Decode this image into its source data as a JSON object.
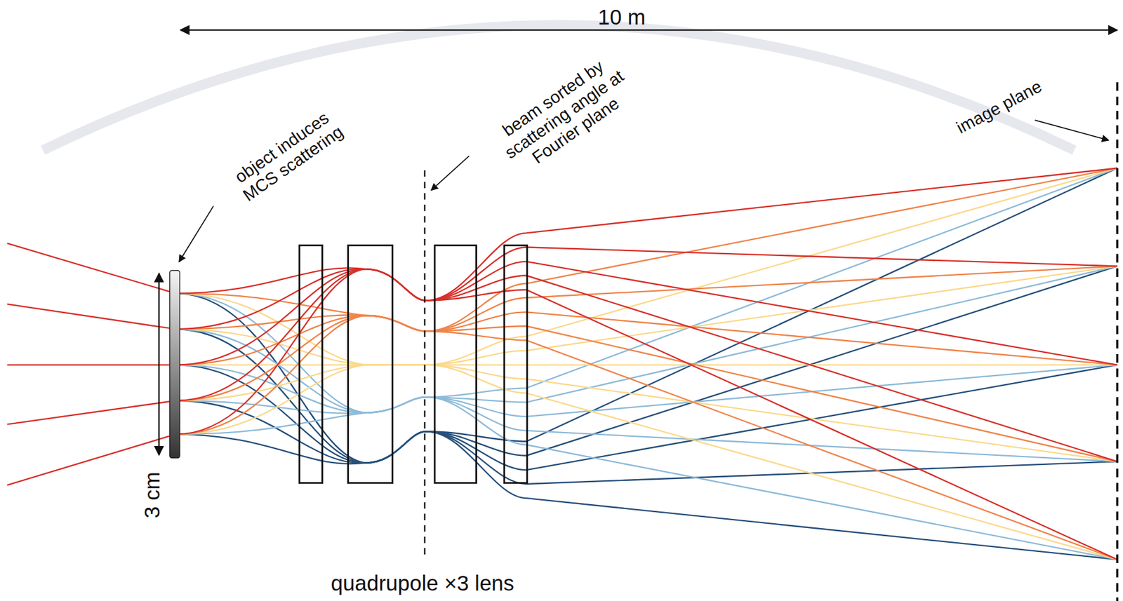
{
  "diagram": {
    "labels": [
      "10 m",
      "object induces MCS scattering",
      "beam sorted by scattering angle at Fourier plane",
      "image plane",
      "3 cm",
      "quadrupole ×3 lens"
    ]
  }
}
